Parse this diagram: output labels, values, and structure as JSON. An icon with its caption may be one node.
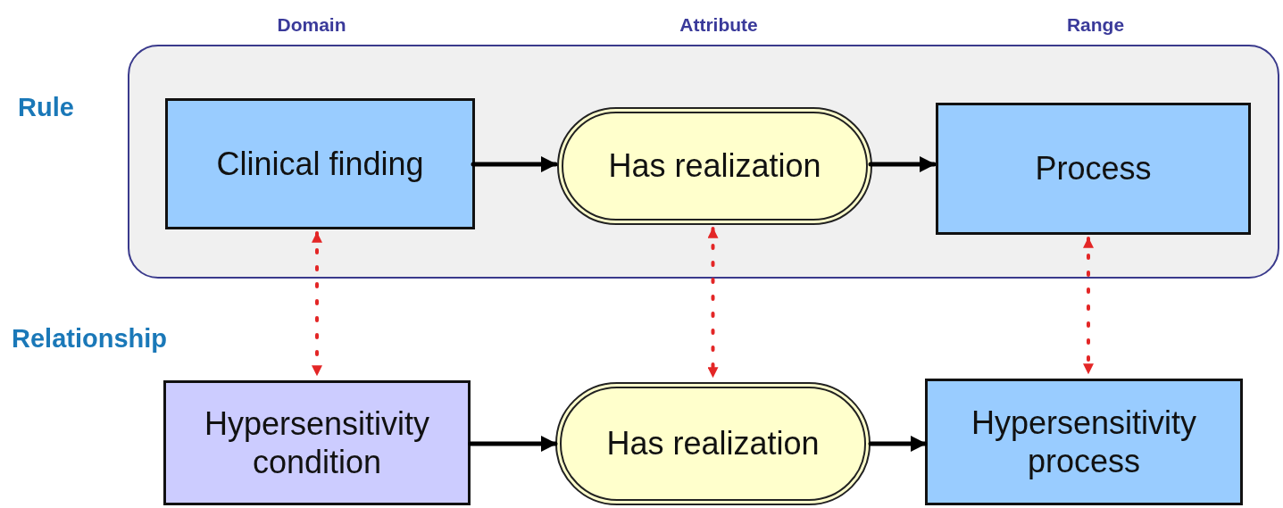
{
  "diagram": {
    "nodes": [
      {
        "text": [],
        "shape": "box"
      },
      {
        "text": [
          "Clinical finding"
        ],
        "in": 0
      },
      {
        "text": [
          "Has realization"
        ],
        "in": 0
      },
      {
        "text": [
          "Process"
        ],
        "in": 0
      },
      {
        "text": [
          "Hypersensitivity condition"
        ]
      },
      {
        "text": [
          "Has realization"
        ]
      },
      {
        "text": [
          "Hypersensitivity process"
        ]
      }
    ],
    "edges": [
      {
        "from": 1,
        "to": 2,
        "arrow": "to"
      },
      {
        "from": 2,
        "to": 3,
        "arrow": "to"
      },
      {
        "from": 4,
        "to": 5,
        "arrow": "to"
      },
      {
        "from": 5,
        "to": 6,
        "arrow": "to"
      },
      {
        "from": 1,
        "to": 4,
        "arrow": "both",
        "style": "dashed",
        "color": "#e32626"
      },
      {
        "from": 2,
        "to": 5,
        "arrow": "both",
        "style": "dashed",
        "color": "#e32626"
      },
      {
        "from": 3,
        "to": 6,
        "arrow": "both",
        "style": "dashed",
        "color": "#e32626"
      }
    ],
    "labels": [
      "Domain",
      "Attribute",
      "Range",
      "Rule",
      "Relationship"
    ]
  }
}
